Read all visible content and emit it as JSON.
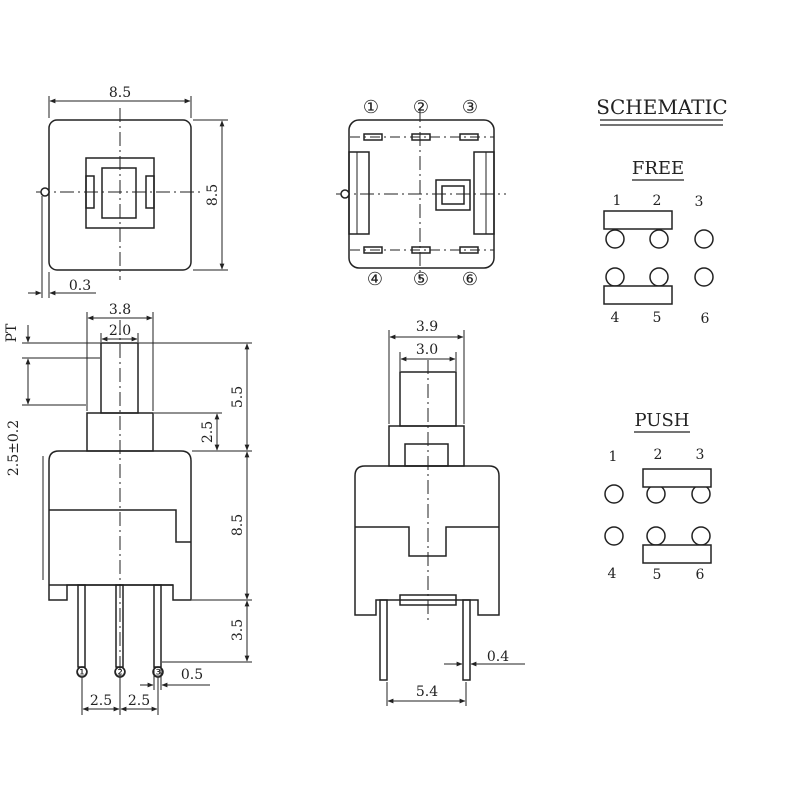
{
  "top_view": {
    "width": "8.5",
    "height": "8.5",
    "offset": "0.3"
  },
  "bottom_view": {
    "pins": [
      "①",
      "②",
      "③",
      "④",
      "⑤",
      "⑥"
    ]
  },
  "schematic": {
    "title": "SCHEMATIC",
    "free": {
      "label": "FREE",
      "top_pins": [
        "1",
        "2",
        "3"
      ],
      "bottom_pins": [
        "4",
        "5",
        "6"
      ]
    },
    "push": {
      "label": "PUSH",
      "top_pins": [
        "1",
        "2",
        "3"
      ],
      "bottom_pins": [
        "4",
        "5",
        "6"
      ]
    }
  },
  "side_view": {
    "plunger_width": "3.8",
    "cap_width": "2.0",
    "pt": "PT",
    "travel": "2.5±0.2",
    "plunger_height": "5.5",
    "stroke": "2.5",
    "body_height": "8.5",
    "lead_length": "3.5",
    "lead_dia": "0.5",
    "pin_pitch_1": "2.5",
    "pin_pitch_2": "2.5",
    "pin_marks": [
      "①",
      "②",
      "③"
    ]
  },
  "front_view": {
    "plunger_outer": "3.9",
    "plunger_inner": "3.0",
    "lead_width": "0.4",
    "lead_span": "5.4"
  }
}
